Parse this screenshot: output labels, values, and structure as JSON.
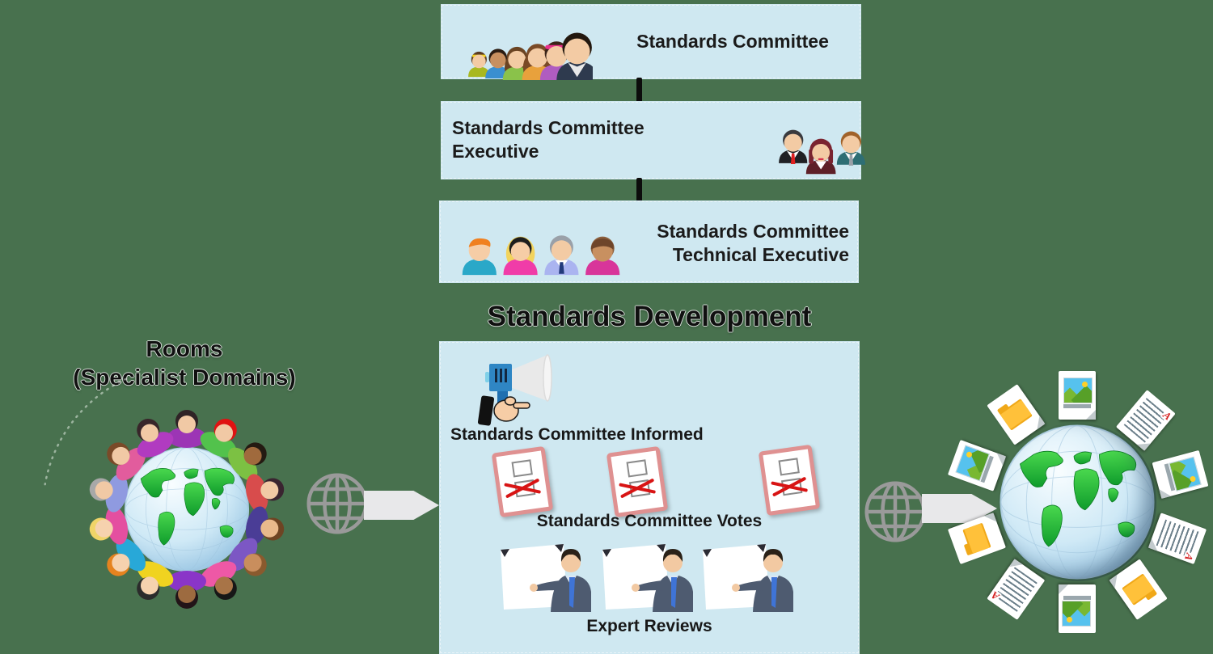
{
  "colors": {
    "background": "#48714e",
    "panel": "#cfe8f1",
    "ink": "#1b1b1b",
    "vote_x": "#d81414",
    "arrow": "#e8e8ea"
  },
  "org_chart": {
    "boxes": [
      {
        "label": "Standards Committee",
        "icon": "crowd-icon"
      },
      {
        "label": "Standards Committee Executive",
        "icon": "executive-trio-icon"
      },
      {
        "label": "Standards Committee Technical Executive",
        "icon": "avatar-quartet-icon"
      }
    ],
    "connector_icon": "vertical-line"
  },
  "development": {
    "title": "Standards Development",
    "steps": [
      {
        "label": "Standards Committee Informed",
        "icon": "megaphone-icon",
        "icon_count": 1
      },
      {
        "label": "Standards Committee Votes",
        "icon": "ballot-paper-icon",
        "icon_count": 3
      },
      {
        "label": "Expert Reviews",
        "icon": "presenter-icon",
        "icon_count": 3
      }
    ]
  },
  "rooms": {
    "title": "Rooms",
    "subtitle": "(Specialist Domains)",
    "icon": "globe-people-ring-icon"
  },
  "flows": [
    {
      "icon": "wireframe-globe-icon",
      "arrow_icon": "right-arrow-icon",
      "direction": "right"
    },
    {
      "icon": "wireframe-globe-icon",
      "arrow_icon": "right-arrow-icon",
      "direction": "right"
    }
  ],
  "output": {
    "icon": "globe-documents-ring-icon",
    "document_types": [
      "image-file",
      "text-file",
      "folder-file"
    ]
  }
}
